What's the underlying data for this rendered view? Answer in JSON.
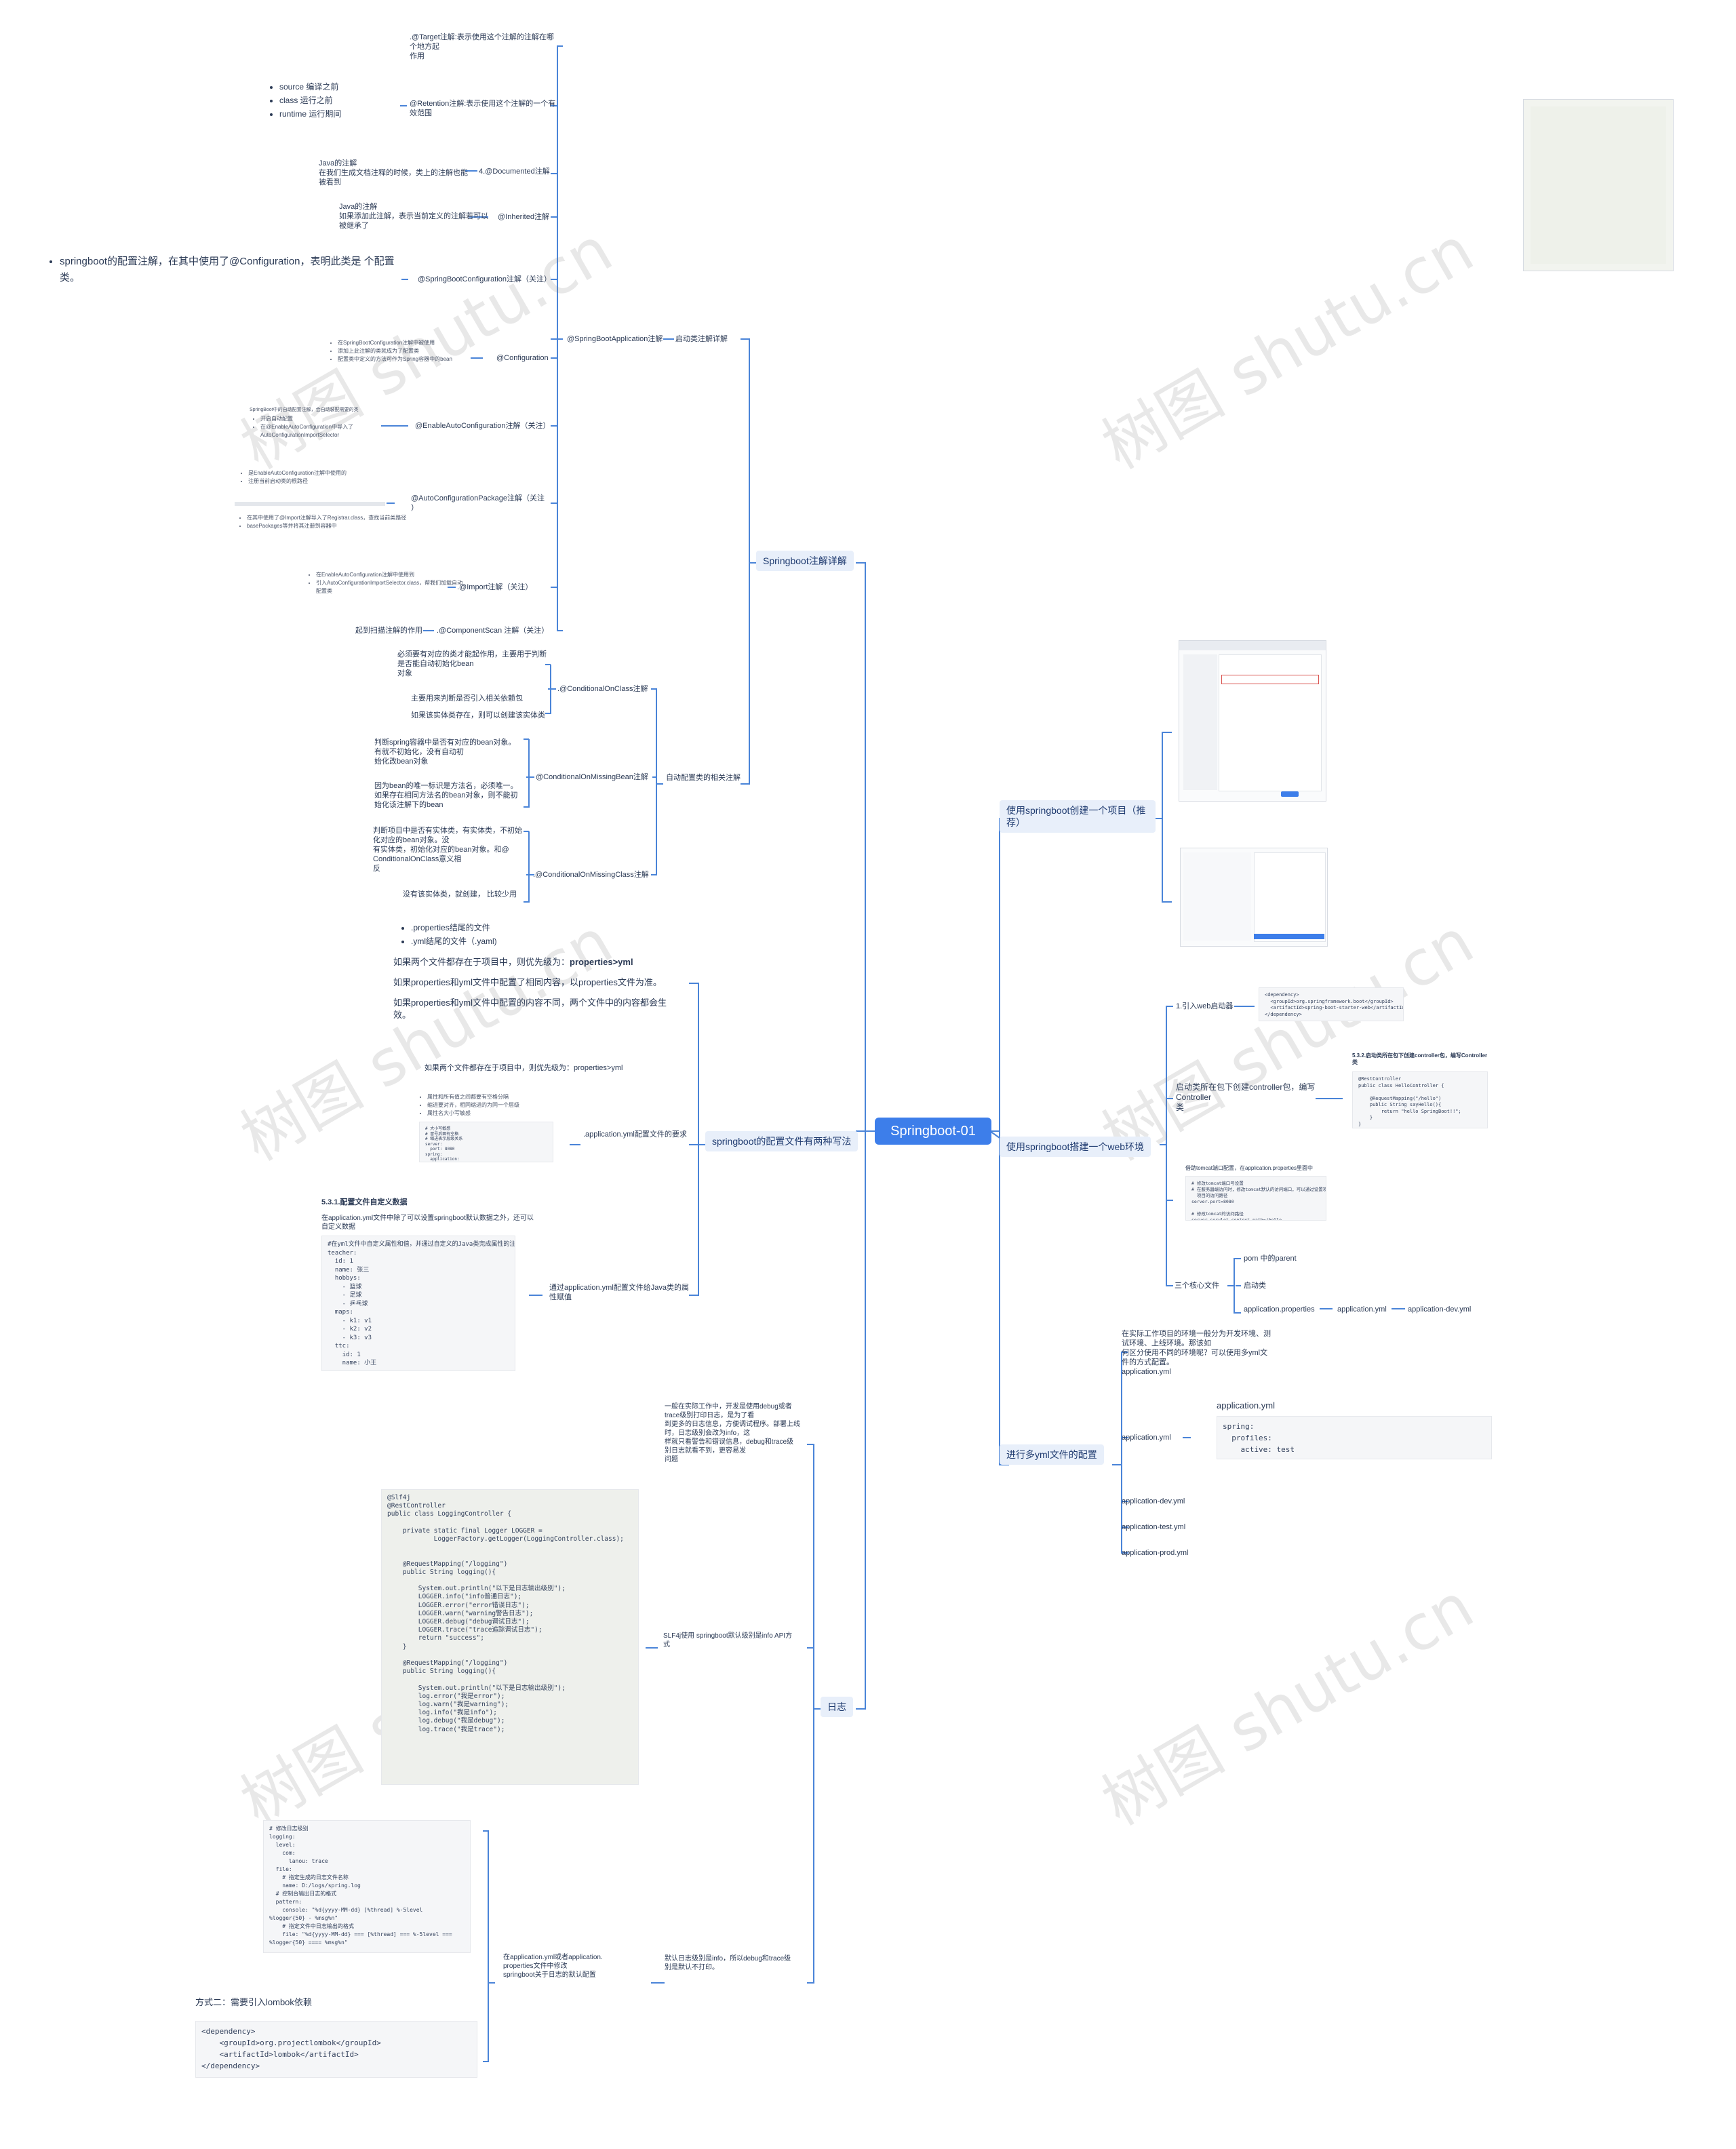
{
  "root": "Springboot-01",
  "branches": {
    "annotations": "Springboot注解详解",
    "config_two_ways": "springboot的配置文件有两种写法",
    "log": "日志",
    "create_project": "使用springboot创建一个项目（推荐）",
    "web_env": "使用springboot搭建一个web环境",
    "multi_yml": "进行多yml文件的配置"
  },
  "annot": {
    "startup": "启动类注解详解",
    "sba": "@SpringBootApplication注解",
    "target": ".@Target注解:表示使用这个注解的注解在哪\n个地方起\n作用",
    "retention": "@Retention注解:表示使用这个注解的一个有\n效范围",
    "retention_list": [
      "source 编译之前",
      "class 运行之前",
      "runtime 运行期间"
    ],
    "documented": "4.@Documented注解",
    "documented_desc": "Java的注解\n在我们生成文档注释的时候，类上的注解也能\n被看到",
    "inherited": "@Inherited注解",
    "inherited_desc": "Java的注解\n如果添加此注解，表示当前定义的注解若可以\n被继承了",
    "sbc": "@SpringBootConfiguration注解（关注）",
    "sbc_desc": "springboot的配置注解，在其中使用了@Configuration，表明此类是\n个配置类。",
    "configuration": "@Configuration",
    "configuration_list": [
      "在SpringBootConfiguration注解中被使用",
      "添加上此注解的类就成为了配置类",
      "配置类中定义的方法可作为Spring容器中的bean"
    ],
    "eac": "@EnableAutoConfiguration注解（关注）",
    "eac_desc": "SpringBoot中的自动配置注解，会自动装配需要的类",
    "eac_list": [
      "开启自动配置",
      "在@EnableAutoConfiguration中导入了AutoConfigurationImportSelector"
    ],
    "acp": "@AutoConfigurationPackage注解（关注\n）",
    "acp_list_top": [
      "是EnableAutoConfiguration注解中使用的",
      "注册当前启动类的根路径"
    ],
    "acp_list_bottom": [
      "在其中使用了@Import注解导入了Registrar.class，查找当前类路径",
      "basePackages等并将其注册到容器中"
    ],
    "import": ".@Import注解（关注）",
    "import_list": [
      "在EnableAutoConfiguration注解中使用到",
      "引入AutoConfigurationImportSelector.class，帮我们加载自动配置类"
    ],
    "component_scan": ".@ComponentScan 注解（关注）",
    "component_scan_desc": "起到扫描注解的作用",
    "autoconf_related": "自动配置类的相关注解",
    "coc": ".@ConditionalOnClass注解",
    "coc_desc1": "必须要有对应的类才能起作用，主要用于判断\n是否能自动初始化bean\n对象",
    "coc_desc2": "主要用来判断是否引入相关依赖包",
    "coc_desc3": "如果该实体类存在，则可以创建该实体类",
    "comb": "@ConditionalOnMissingBean注解",
    "comb_desc1": "判断spring容器中是否有对应的bean对象。\n有就不初始化，没有自动初\n始化改bean对象",
    "comb_desc2": "因为bean的唯一标识是方法名，必须唯一。\n如果存在相同方法名的bean对象，则不能初\n始化该注解下的bean",
    "comc": ".@ConditionalOnMissingClass注解",
    "comc_desc1": "判断项目中是否有实体类，有实体类，不初始\n化对应的bean对象。没\n有实体类，初始化对应的bean对象。和@\nConditionalOnClass意义相\n反",
    "comc_desc2": "没有该实体类，就创建，  比较少用"
  },
  "cfg": {
    "files_list": [
      ".properties结尾的文件",
      ".yml结尾的文件（.yaml)"
    ],
    "priority": "如果两个文件都存在于项目中，则优先级为：",
    "priority_bold": "properties>yml",
    "same_content": "如果properties和yml文件中配置了相同内容，以properties文件为准。",
    "diff_content": "如果properties和yml文件中配置的内容不同，两个文件中的内容都会生\n效。",
    "yml_syntax": ".application.yml配置文件的要求",
    "yml_note": "如果两个文件都存在于项目中，则优先级为：properties>yml",
    "yml_list": [
      "属性和所有值之间都要有空格分隔",
      "缩进要对齐，相同缩进的为同一个层级",
      "属性名大小写敏感"
    ],
    "yml_code": "# 大小写敏感\n# 冒号后面有空格\n# 缩进表示层级关系\nserver:\n  port: 8080\nspring:\n  application:\n    name: demo-app",
    "java_to_yml": "通过application.yml配置文件给Java类的属\n性赋值",
    "custom_title": "5.3.1.配置文件自定义数据",
    "custom_desc": "在application.yml文件中除了可以设置springboot默认数据之外，还可以\n自定义数据",
    "custom_code": "#在yml文件中自定义属性和值，并通过自定义的Java类完成属性的注入\nteacher:\n  id: 1\n  name: 张三\n  hobbys:\n    - 篮球\n    - 足球\n    - 乒乓球\n  maps:\n    - k1: v1\n    - k2: v2\n    - k3: v3\n  ttc:\n    id: 1\n    name: 小王"
  },
  "logs": {
    "intro": "一般在实际工作中，开发是使用debug或者\ntrace级别打印日志，是为了看\n到更多的日志信息，方便调试程序。部署上线\n时，日志级别会改为info，这\n样就只看警告和错误信息，debug和trace级\n别日志就看不到，更容易发\n问题",
    "slf4j": "SLF4j使用 springboot默认级别是info API方\n式",
    "java_code": "@Slf4j\n@RestController\npublic class LoggingController {\n\n    private static final Logger LOGGER =\n            LoggerFactory.getLogger(LoggingController.class);\n\n\n    @RequestMapping(\"/logging\")\n    public String logging(){\n\n        System.out.println(\"以下是日志输出级别\");\n        LOGGER.info(\"info普通日志\");\n        LOGGER.error(\"error错误日志\");\n        LOGGER.warn(\"warning警告日志\");\n        LOGGER.debug(\"debug调试日志\");\n        LOGGER.trace(\"trace追踪调试日志\");\n        return \"success\";\n    }\n\n    @RequestMapping(\"/logging\")\n    public String logging(){\n\n        System.out.println(\"以下是日志输出级别\");\n        log.error(\"我是error\");\n        log.warn(\"我是warning\");\n        log.info(\"我是info\");\n        log.debug(\"我是debug\");\n        log.trace(\"我是trace\");",
    "default_level": "默认日志级别是info，所以debug和trace级\n别是默认不打印。",
    "config_note": "在application.yml或者application.\nproperties文件中修改\nspringboot关于日志的默认配置",
    "log_yaml": "# 修改日志级别\nlogging:\n  level:\n    com:\n      lanou: trace\n  file:\n    # 指定生成的日志文件名称\n    name: D:/logs/spring.log\n  # 控制台输出日志的格式\n  pattern:\n    console: \"%d{yyyy-MM-dd} [%thread] %-5level\n%logger{50} - %msg%n\"\n    # 指定文件中日志输出的格式\n    file: \"%d{yyyy-MM-dd} === [%thread] === %-5level ===\n%logger{50} ==== %msg%n\"",
    "way2": "方式二：需要引入lombok依赖",
    "lombok_code": "<dependency>\n    <groupId>org.projectlombok</groupId>\n    <artifactId>lombok</artifactId>\n</dependency>"
  },
  "web": {
    "dep": "1.引入web启动器",
    "dep_code": "<dependency>\n  <groupId>org.springframework.boot</groupId>\n  <artifactId>spring-boot-starter-web</artifactId>\n</dependency>",
    "controller": "启动类所在包下创建controller包，编写\nController\n类",
    "controller_title": "5.3.2.启动类所在包下创建controller包，编写Controller类",
    "controller_code": "@RestController\npublic class HelloController {\n\n    @RequestMapping(\"/hello\")\n    public String sayHello(){\n        return \"hello SpringBoot!!\";\n    }\n}",
    "port_desc": "借助tomcat端口配置，在application.properties里面中",
    "port_code": "# 修改tomcat端口号设置\n# 在服务器端访问时，修改tomcat默认的访问端口，可以通过设置项目访问\n  项目的访问路径\nserver.port=8080\n\n# 修改tomcat的访问路径\nserver.servlet.context-path=/hello",
    "core": "三个核心文件",
    "pom": "pom  中的parent",
    "starter": "启动类",
    "app_props": "application.properties",
    "app_yml": "application.yml",
    "app_dev": "application-dev.yml"
  },
  "multi": {
    "desc": "在实际工作项目的环境一般分为开发环境、测\n试环境、上线环境。那该如\n何区分使用不同的环境呢？可以使用多yml文\n件的方式配置。\napplication.yml",
    "app_yml": "application.yml",
    "code_title": "application.yml",
    "code": "spring:\n  profiles:\n    active: test",
    "dev": "application-dev.yml",
    "test": "application-test.yml",
    "prod": "application-prod.yml"
  },
  "watermark": "树图 shutu.cn",
  "colors": {
    "line": "#4a84d8",
    "root_bg": "#3d7eea",
    "topic_bg": "#e8effa"
  }
}
